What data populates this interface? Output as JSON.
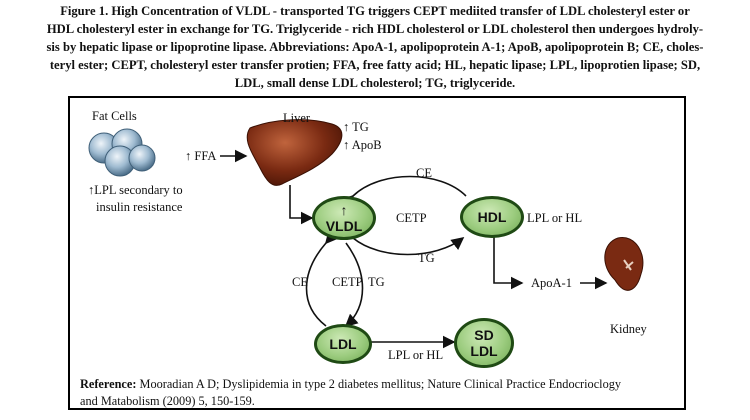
{
  "caption": {
    "line1": "Figure 1. High Concentration of VLDL - transported TG triggers CEPT mediited transfer of LDL cholesteryl ester or",
    "line2": "HDL cholesteryl ester in exchange for TG. Triglyceride - rich HDL cholesterol or LDL cholesterol then undergoes hydroly-",
    "line3": "sis by hepatic lipase or lipoprotine lipase. Abbreviations: ApoA-1, apolipoprotein A-1; ApoB, apolipoprotein B; CE, choles-",
    "line4": "teryl ester; CEPT, cholesteryl ester  transfer protien; FFA, free fatty acid; HL, hepatic lipase; LPL, lipoprotien lipase; SD,",
    "line5": "LDL, small dense LDL cholesterol; TG, triglyceride."
  },
  "diagram": {
    "fat_cells": "Fat Cells",
    "ffa": "FFA",
    "lpl_note_1": "LPL secondary to",
    "lpl_note_2": "insulin resistance",
    "liver": "Liver",
    "liver_tg": "TG",
    "liver_apob": "ApoB",
    "vldl": "VLDL",
    "hdl": "HDL",
    "ldl": "LDL",
    "sd_ldl_1": "SD",
    "sd_ldl_2": "LDL",
    "ce_top": "CE",
    "cetp_top": "CETP",
    "tg_mid": "TG",
    "lpl_or_hl_hdl": "LPL or HL",
    "apoa1": "ApoA-1",
    "kidney": "Kidney",
    "ce_left": "CE",
    "cetp_left": "CETP",
    "tg_left": "TG",
    "lpl_or_hl_ldl": "LPL or HL",
    "up_arrow": "↑",
    "colors": {
      "node_fill": "#9ccc7f",
      "node_border": "#1f4a14",
      "liver": "#7a2a12",
      "fat": "#8fb0c8"
    }
  },
  "reference": {
    "label": "Reference:",
    "line1": " Mooradian A D; Dyslipidemia in type 2 diabetes mellitus; Nature Clinical Practice Endocrioclogy",
    "line2": "and  Matabolism (2009) 5, 150-159."
  }
}
